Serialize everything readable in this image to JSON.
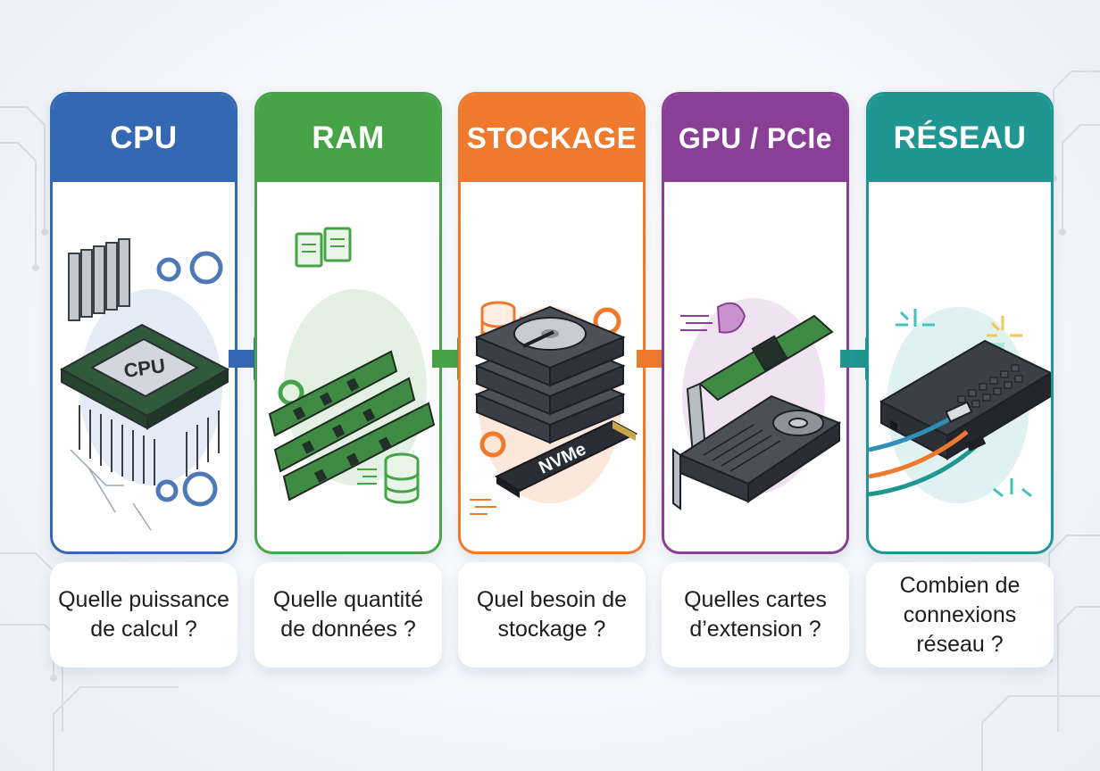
{
  "cards": [
    {
      "title": "CPU",
      "question": "Quelle puissance de calcul ?",
      "color": "#3468b2",
      "chip_label": "CPU"
    },
    {
      "title": "RAM",
      "question": "Quelle quantité de données ?",
      "color": "#47a348"
    },
    {
      "title": "STOCKAGE",
      "question": "Quel besoin de stockage ?",
      "color": "#ef7a2d",
      "nvme_label": "NVMe"
    },
    {
      "title": "GPU / PCIe",
      "question": "Quelles cartes d’extension ?",
      "color": "#8a3f96"
    },
    {
      "title": "RÉSEAU",
      "question": "Combien de connexions réseau ?",
      "color": "#1f9691"
    }
  ]
}
